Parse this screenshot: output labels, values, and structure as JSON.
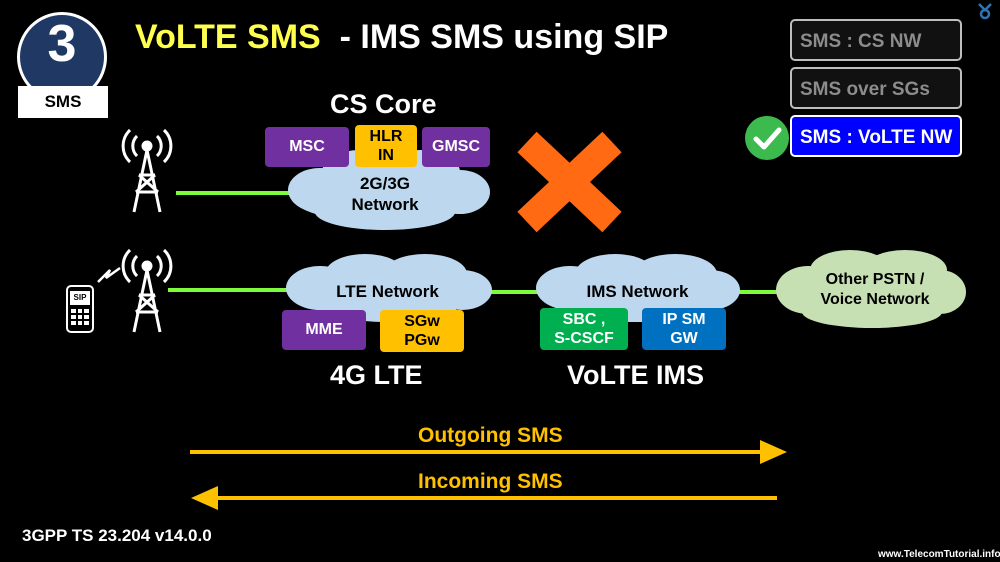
{
  "badge": {
    "number": "3",
    "label": "SMS"
  },
  "title": {
    "highlight": "VoLTE SMS",
    "rest": "  - IMS SMS using SIP"
  },
  "options": [
    {
      "label": "SMS : CS NW",
      "active": false
    },
    {
      "label": "SMS over SGs",
      "active": false
    },
    {
      "label": "SMS : VoLTE NW",
      "active": true
    }
  ],
  "cs_core": {
    "title": "CS  Core",
    "boxes": [
      "MSC",
      "HLR\nIN",
      "GMSC"
    ],
    "cloud": "2G/3G\nNetwork"
  },
  "lte": {
    "cloud": "LTE Network",
    "boxes": [
      "MME",
      "SGw\nPGw"
    ],
    "label": "4G LTE"
  },
  "ims": {
    "cloud": "IMS Network",
    "boxes": [
      "SBC ,\nS-CSCF",
      "IP SM\nGW"
    ],
    "label": "VoLTE IMS"
  },
  "other": {
    "cloud": "Other PSTN /\nVoice Network"
  },
  "phone": {
    "label": "SIP"
  },
  "arrows": {
    "outgoing": "Outgoing SMS",
    "incoming": "Incoming SMS"
  },
  "footer": "3GPP TS 23.204 v14.0.0",
  "url": "www.TelecomTutorial.info",
  "colors": {
    "purple": "#7030a0",
    "gold": "#ffc000",
    "green": "#00b050",
    "blue": "#0070c0",
    "cloud": "#bdd7ee",
    "link": "#7cfc3c",
    "cross": "#ff6a13"
  },
  "icons": {
    "logo": "telecomtutorial-logo-icon",
    "tower": "antenna-tower-icon",
    "phone": "mobile-phone-icon",
    "check": "check-icon",
    "cross": "cross-icon"
  }
}
